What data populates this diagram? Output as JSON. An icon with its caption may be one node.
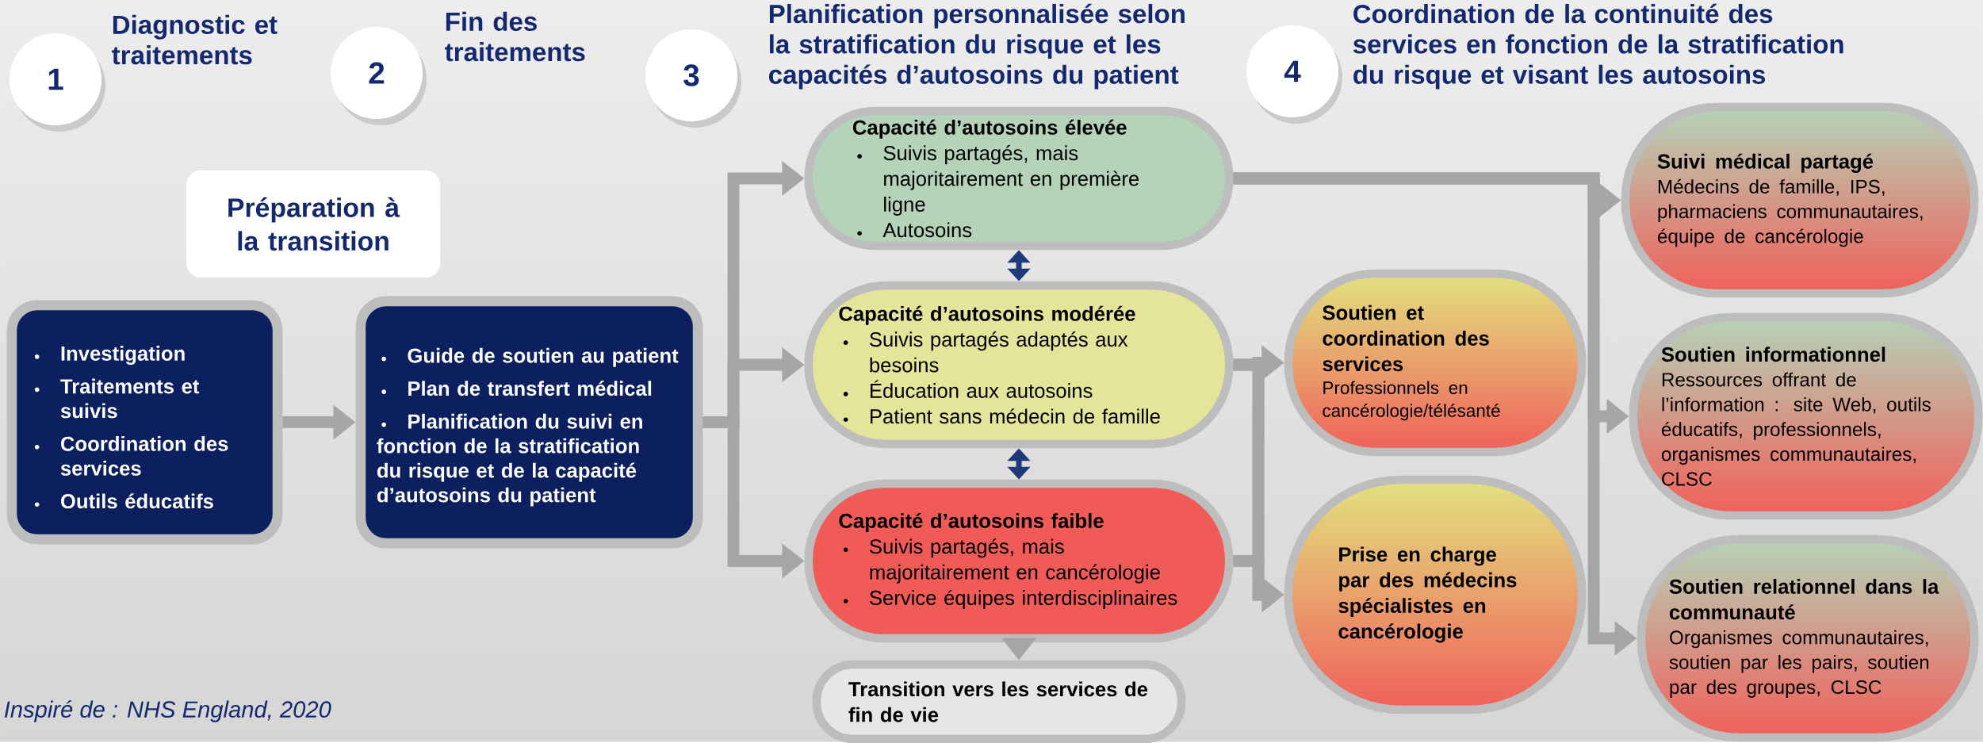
{
  "diagram": {
    "nodes": [
      {
        "text": [
          "1"
        ],
        "beside": [
          "Diagnostic et traitements"
        ]
      },
      {
        "text": [
          "2"
        ],
        "beside": [
          "Fin des traitements"
        ]
      },
      {
        "text": [
          "3"
        ],
        "beside": [
          "Planification personnalisée selon la stratification du risque et les capacités d’autosoins du patient"
        ]
      },
      {
        "text": [
          "4"
        ],
        "beside": [
          "Coordination de la continuité des services en fonction de la stratification du risque et visant les autosoins"
        ]
      },
      {
        "text": [
          "Préparation à la transition"
        ]
      },
      {
        "text": [
          "Investigation",
          "Traitements et suivis",
          "Coordination des services",
          "Outils éducatifs"
        ]
      },
      {
        "text": [
          "Guide de soutien au patient",
          "Plan de transfert médical",
          "Planification du suivi en fonction de la stratification du risque et de la capacité d’autosoins du patient"
        ]
      },
      {
        "text": [
          "Capacité d’autosoins élevée",
          "Suivis partagés, mais majoritairement en première ligne",
          "Autosoins"
        ]
      },
      {
        "text": [
          "Capacité d’autosoins modérée",
          "Suivis partagés adaptés aux besoins",
          "Éducation aux autosoins",
          "Patient sans médecin de famille"
        ]
      },
      {
        "text": [
          "Capacité d’autosoins faible",
          "Suivis partagés, mais majoritairement en cancérologie",
          "Service équipes interdisciplinaires"
        ]
      },
      {
        "text": [
          "Transition vers les services de fin de vie"
        ]
      },
      {
        "text": [
          "Soutien et coordination des services",
          "Professionnels en cancérologie/télésanté"
        ]
      },
      {
        "text": [
          "Prise en charge par des médecins spécialistes en cancérologie"
        ]
      },
      {
        "text": [
          "Suivi médical partagé",
          "Médecins de famille, IPS, pharmaciens communautaires, équipe de cancérologie"
        ]
      },
      {
        "text": [
          "Soutien informationnel",
          "Ressources offrant de l’information : site Web, outils éducatifs, professionnels, organismes communautaires, CLSC"
        ]
      },
      {
        "text": [
          "Soutien relationnel dans la communauté",
          "Organismes communautaires, soutien par les pairs, soutien par des groupes, CLSC"
        ]
      }
    ],
    "edges": [
      {
        "from": 5,
        "to": 6,
        "arrow": "to"
      },
      {
        "from": 6,
        "to": 7,
        "arrow": "to"
      },
      {
        "from": 6,
        "to": 8,
        "arrow": "to"
      },
      {
        "from": 6,
        "to": 9,
        "arrow": "to"
      },
      {
        "from": 7,
        "to": 8,
        "arrow": "both",
        "color": "#1f3a7a"
      },
      {
        "from": 8,
        "to": 9,
        "arrow": "both",
        "color": "#1f3a7a"
      },
      {
        "from": 9,
        "to": 10,
        "arrow": "to"
      },
      {
        "from": 8,
        "to": 11,
        "arrow": "to"
      },
      {
        "from": 8,
        "to": 12,
        "arrow": "to"
      },
      {
        "from": 9,
        "to": 11,
        "arrow": "to"
      },
      {
        "from": 9,
        "to": 12,
        "arrow": "to"
      },
      {
        "from": 7,
        "to": 13,
        "arrow": "to"
      },
      {
        "from": 7,
        "to": 14,
        "arrow": "to"
      },
      {
        "from": 7,
        "to": 15,
        "arrow": "to"
      }
    ],
    "labels": [
      "Inspiré de : NHS England, 2020"
    ]
  }
}
